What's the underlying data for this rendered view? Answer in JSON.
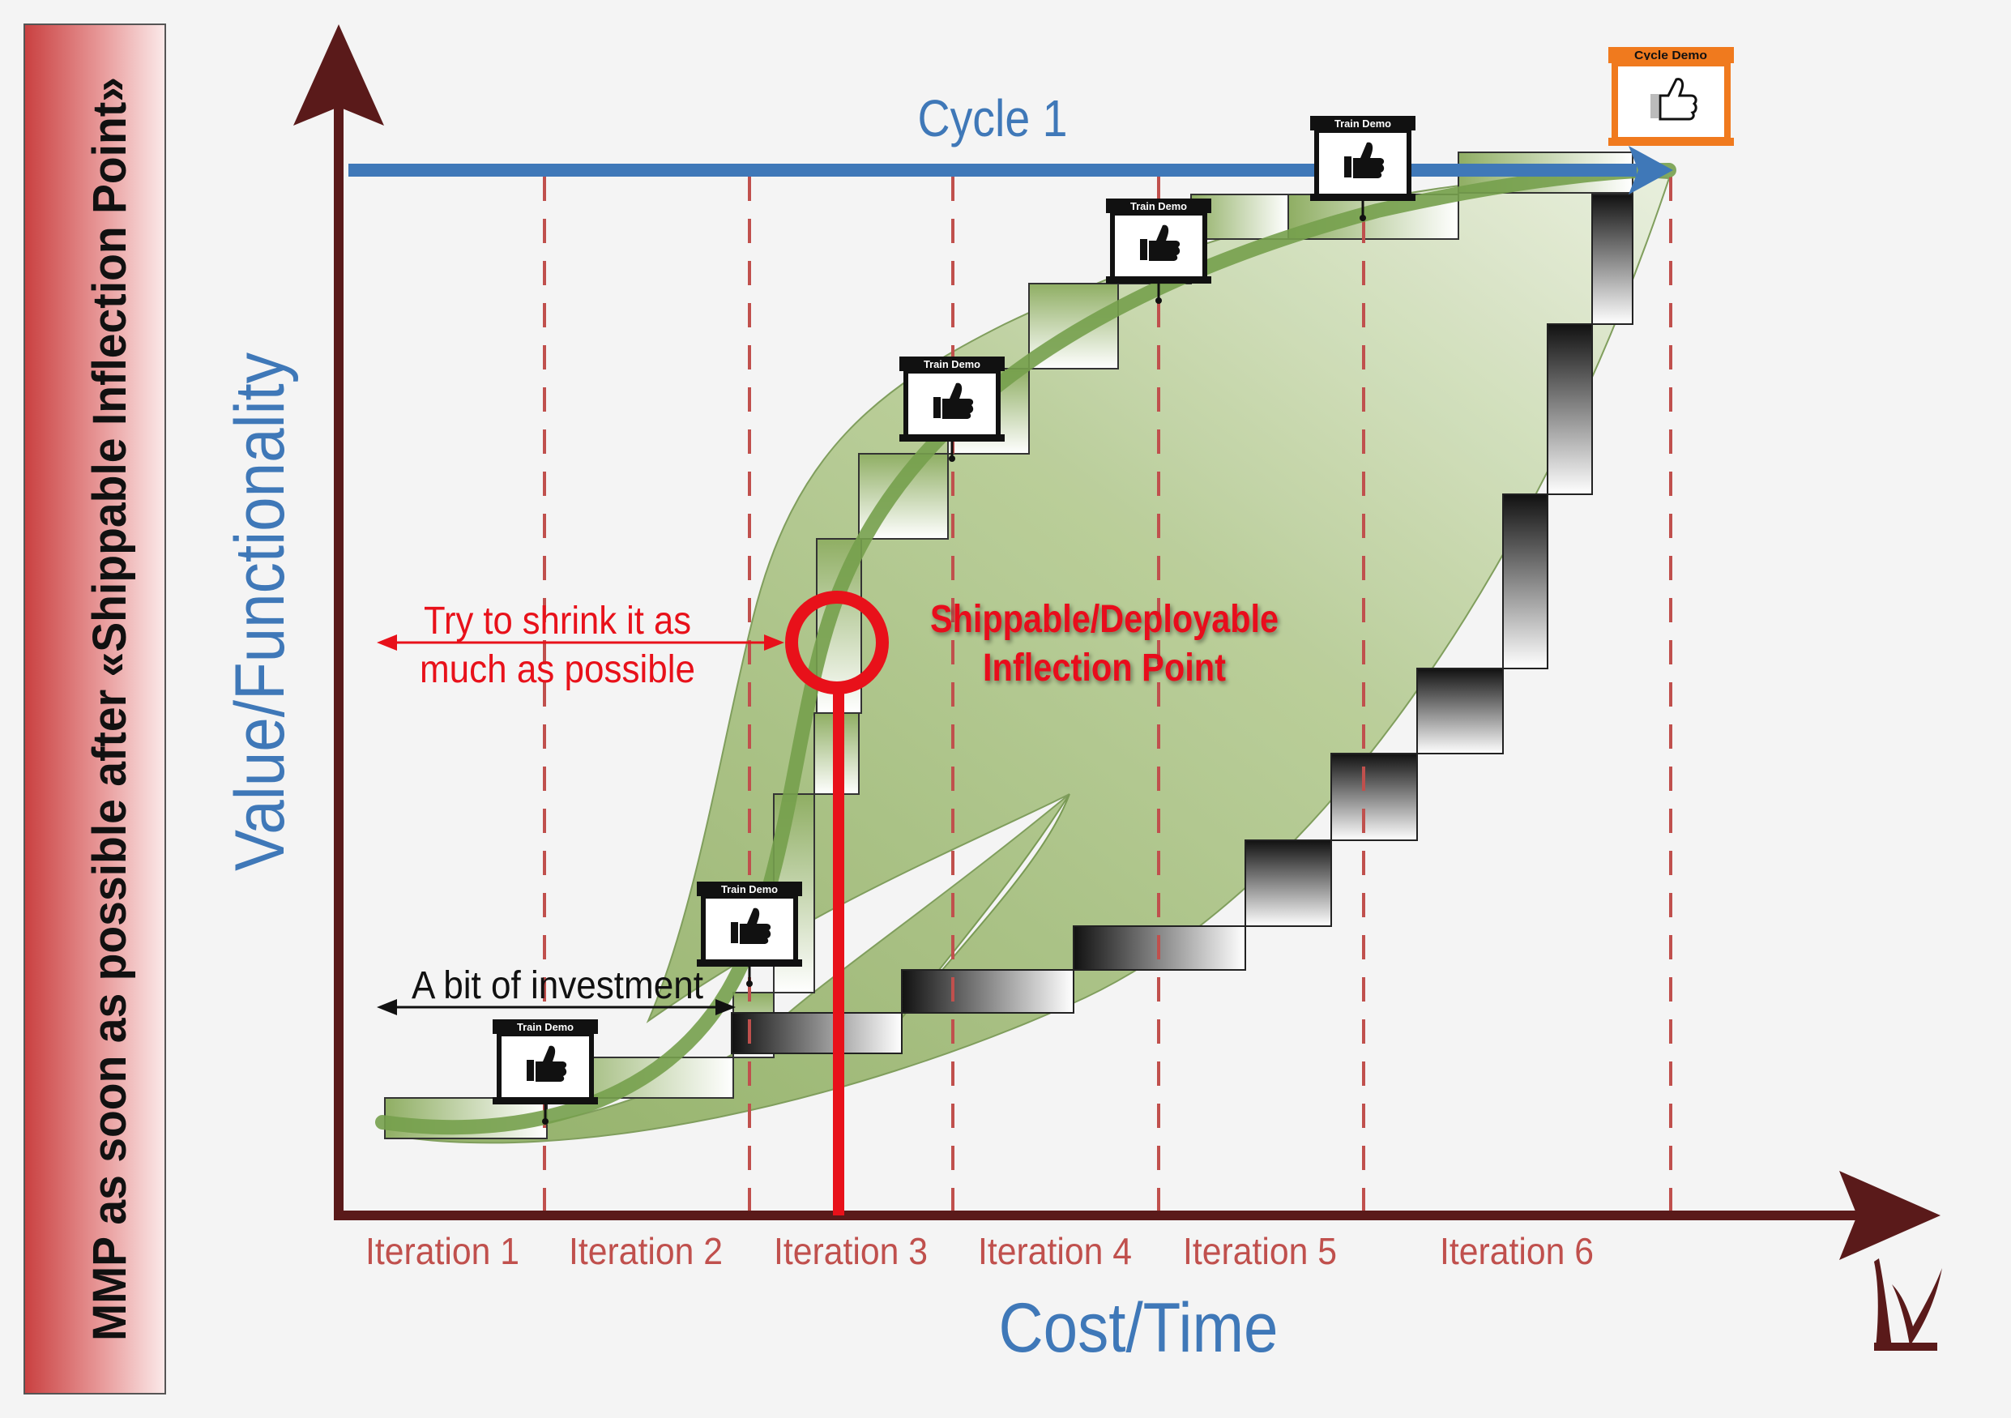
{
  "side_banner": {
    "text": "MMP as soon as possible after «Shippable Inflection Point»"
  },
  "axes": {
    "y_label": "Value/Functionality",
    "x_label": "Cost/Time"
  },
  "cycle": {
    "label": "Cycle 1",
    "demo_label": "Cycle Demo"
  },
  "iterations": [
    "Iteration 1",
    "Iteration 2",
    "Iteration 3",
    "Iteration 4",
    "Iteration 5",
    "Iteration 6"
  ],
  "train_demo_label": "Train Demo",
  "annotations": {
    "shrink_line1": "Try to shrink it as",
    "shrink_line2": "much as possible",
    "investment": "A bit of investment",
    "inflection_line1": "Shippable/Deployable",
    "inflection_line2": "Inflection Point"
  },
  "colors": {
    "axis": "#5a1a1a",
    "cycle_arrow": "#3f78b8",
    "iteration_text": "#c0504d",
    "dashed_line": "#c0504d",
    "inflection": "#e8111a",
    "leaf": "#9fb97a",
    "curve": "#7aa04f",
    "cycle_demo": "#f07a1e",
    "banner_red": "#cc4444"
  },
  "icons": [
    "thumbs-up-icon",
    "logo-icon"
  ]
}
